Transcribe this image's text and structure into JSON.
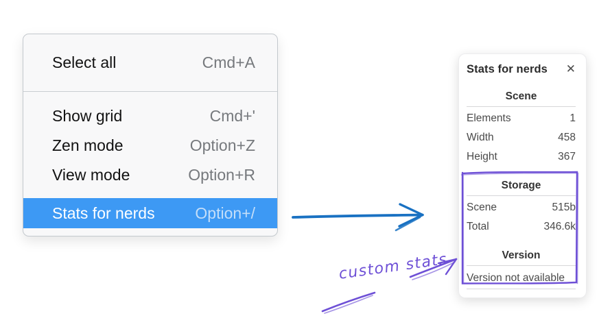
{
  "context_menu": {
    "items": [
      {
        "label": "Select all",
        "shortcut": "Cmd+A",
        "highlighted": false
      },
      {
        "label": "Show grid",
        "shortcut": "Cmd+'",
        "highlighted": false
      },
      {
        "label": "Zen mode",
        "shortcut": "Option+Z",
        "highlighted": false
      },
      {
        "label": "View mode",
        "shortcut": "Option+R",
        "highlighted": false
      },
      {
        "label": "Stats for nerds",
        "shortcut": "Option+/",
        "highlighted": true
      }
    ]
  },
  "stats_panel": {
    "title": "Stats for nerds",
    "close_glyph": "✕",
    "sections": [
      {
        "heading": "Scene",
        "rows": [
          [
            "Elements",
            "1"
          ],
          [
            "Width",
            "458"
          ],
          [
            "Height",
            "367"
          ]
        ]
      },
      {
        "heading": "Storage",
        "rows": [
          [
            "Scene",
            "515b"
          ],
          [
            "Total",
            "346.6k"
          ]
        ]
      },
      {
        "heading": "Version",
        "note": "Version not available"
      }
    ]
  },
  "annotations": {
    "custom_stats_label": "custom stats"
  },
  "colors": {
    "menu_highlight": "#3d99f4",
    "arrow_blue": "#1971c2",
    "annotation_violet": "#6e50d6"
  }
}
